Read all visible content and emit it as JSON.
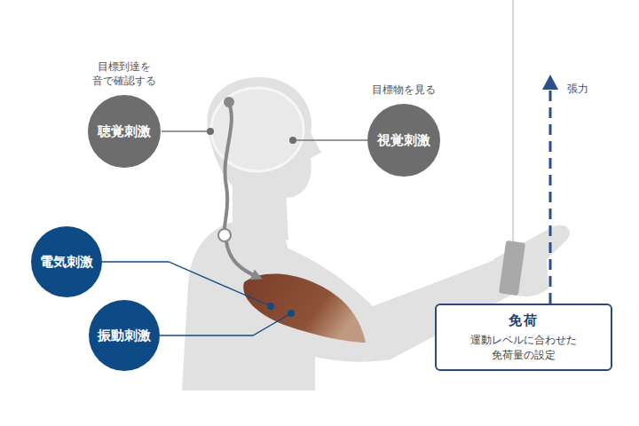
{
  "diagram": {
    "nodes": [
      {
        "text": [
          "目標到達を 音で確認する",
          "聴覚刺激"
        ]
      },
      {
        "text": [
          "目標物を見る",
          "視覚刺激"
        ]
      },
      {
        "text": [
          "電気刺激"
        ]
      },
      {
        "text": [
          "振動刺激"
        ]
      },
      {
        "text": [
          "免荷",
          "運動レベルに合わせた 免荷量の設定"
        ]
      }
    ],
    "labels": [
      "張力"
    ]
  }
}
